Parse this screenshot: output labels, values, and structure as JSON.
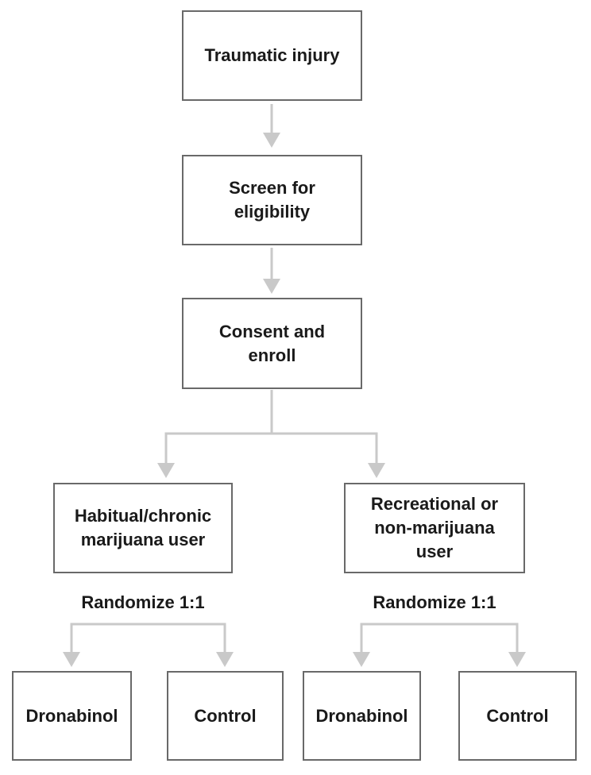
{
  "diagram": {
    "nodes": {
      "traumatic": {
        "label": "Traumatic injury"
      },
      "screen": {
        "label": "Screen for\neligibility"
      },
      "consent": {
        "label": "Consent and\nenroll"
      },
      "habitual": {
        "label": "Habitual/chronic\nmarijuana user"
      },
      "recreational": {
        "label": "Recreational or\nnon-marijuana\nuser"
      },
      "left_dronabinol": {
        "label": "Dronabinol"
      },
      "left_control": {
        "label": "Control"
      },
      "right_dronabinol": {
        "label": "Dronabinol"
      },
      "right_control": {
        "label": "Control"
      }
    },
    "annotations": {
      "left_randomize": "Randomize 1:1",
      "right_randomize": "Randomize 1:1"
    },
    "colors": {
      "background": "#ffffff",
      "box_fill": "#ffffff",
      "box_border": "#696969",
      "text": "#1a1a1a",
      "connector": "#c9c9c9"
    }
  }
}
